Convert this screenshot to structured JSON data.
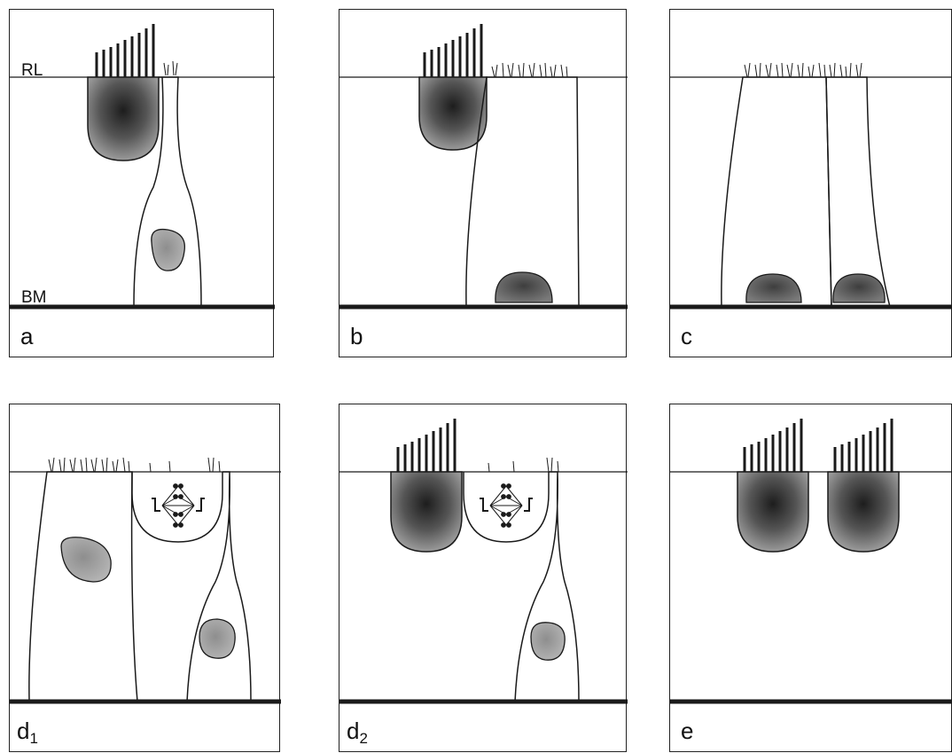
{
  "layers": {
    "rl": "RL",
    "bm": "BM"
  },
  "panels": {
    "a": {
      "letter": "a",
      "sub": ""
    },
    "b": {
      "letter": "b",
      "sub": ""
    },
    "c": {
      "letter": "c",
      "sub": ""
    },
    "d1": {
      "letter": "d",
      "sub": "1"
    },
    "d2": {
      "letter": "d",
      "sub": "2"
    },
    "e": {
      "letter": "e",
      "sub": ""
    }
  },
  "colors": {
    "outline": "#1a1a1a",
    "hair_cell_fill": "#6f6f6f",
    "hair_cell_core": "#222222",
    "nucleus_fill": "#a6a6a6",
    "basement_membrane": "#1a1a1a"
  }
}
